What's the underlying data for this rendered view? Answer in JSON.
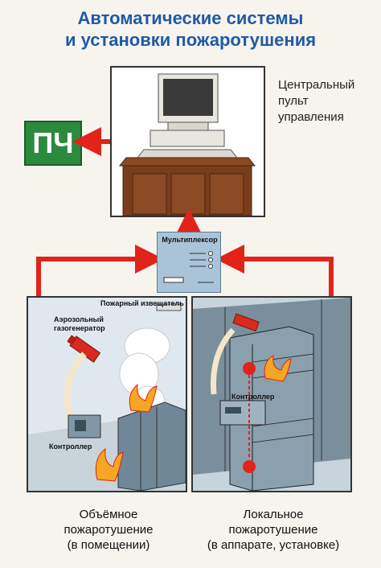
{
  "title": {
    "line1": "Автоматические системы",
    "line2": "и установки пожаротушения"
  },
  "central_console": {
    "label_lines": [
      "Центральный",
      "пульт",
      "управления"
    ]
  },
  "fire_department": {
    "label": "ПЧ",
    "color": "#2c8a3e"
  },
  "multiplexer": {
    "label": "Мультиплексор"
  },
  "left_scene": {
    "detector_label": "Пожарный извещатель",
    "generator_label_lines": [
      "Аэрозольный",
      "газогенератор"
    ],
    "controller_label": "Контроллер",
    "caption_lines": [
      "Объёмное",
      "пожаротушение",
      "(в помещении)"
    ]
  },
  "right_scene": {
    "controller_label": "Контроллер",
    "caption_lines": [
      "Локальное",
      "пожаротушение",
      "(в аппарате, установке)"
    ]
  },
  "colors": {
    "title": "#1f5aa6",
    "arrow": "#e2231a",
    "flame": "#f5a623"
  }
}
